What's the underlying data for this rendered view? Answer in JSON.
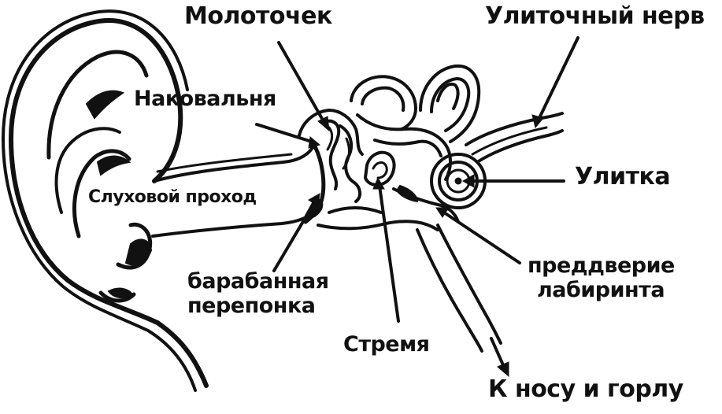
{
  "labels": {
    "hammer": "Молоточек",
    "cochlear_nerve": "Улиточный нерв",
    "anvil": "Наковальня",
    "ear_canal": "Слуховой проход",
    "cochlea": "Улитка",
    "eardrum": [
      "барабанная",
      "перепонка"
    ],
    "vestibule": [
      "преддверие",
      "лабиринта"
    ],
    "stirrup": "Стремя",
    "to_nose_throat": "К носу и горлу"
  },
  "colors": {
    "ink": "#111111",
    "background": "#ffffff"
  }
}
